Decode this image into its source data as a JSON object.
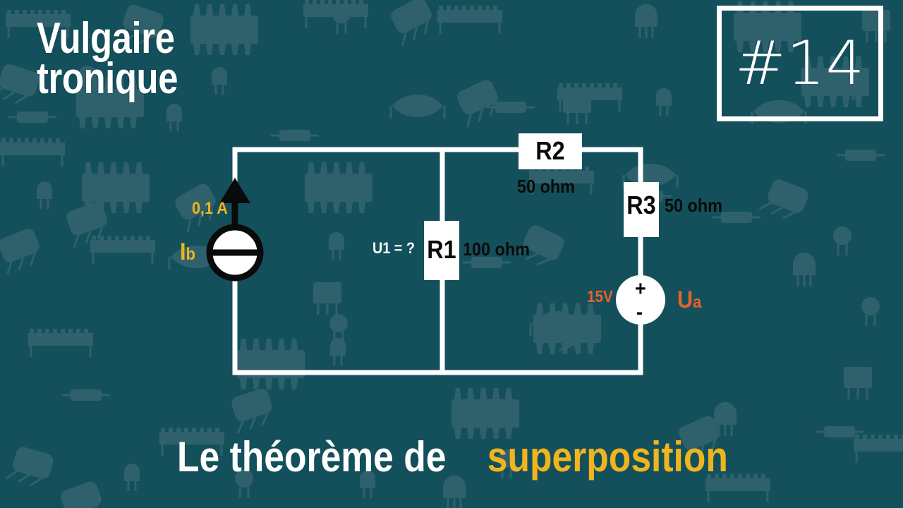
{
  "meta": {
    "bg_color": "#14505c",
    "pattern_color": "#46707c",
    "wire_color": "#ffffff",
    "black": "#0a0a0a",
    "gold": "#f0b41e",
    "orange": "#e8622a"
  },
  "branding": {
    "line1": "Vulgaire",
    "line2": "tronique"
  },
  "episode": {
    "label": "#14"
  },
  "bottom_title": {
    "part1": "Le théorème de ",
    "part2": "superposition"
  },
  "circuit": {
    "components": [
      {
        "name": "R1",
        "value": "100 ohm"
      },
      {
        "name": "R2",
        "value": "50 ohm"
      },
      {
        "name": "R3",
        "value": "50 ohm"
      }
    ],
    "sources": {
      "current": {
        "symbol_label": "I",
        "symbol_sub": "b",
        "value": "0,1 A",
        "icon": "current-source-icon"
      },
      "voltage": {
        "symbol_label": "U",
        "symbol_sub": "a",
        "value": "15V",
        "plus": "+",
        "minus": "-",
        "icon": "voltage-source-icon"
      }
    },
    "unknown": {
      "label": "U1 = ?"
    }
  }
}
